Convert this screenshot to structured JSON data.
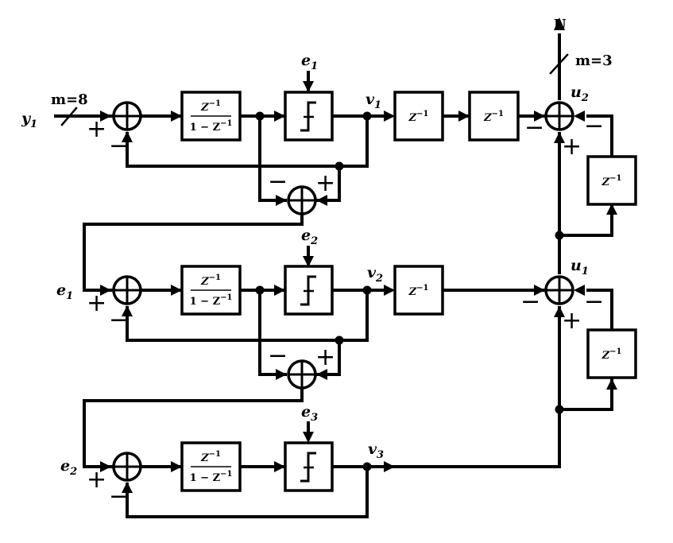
{
  "signals": {
    "y1": {
      "base": "y",
      "sub": "1"
    },
    "e1_in": {
      "base": "e",
      "sub": "1"
    },
    "e2_in": {
      "base": "e",
      "sub": "2"
    },
    "e3_in": {
      "base": "e",
      "sub": "3"
    },
    "e1_left": {
      "base": "e",
      "sub": "1"
    },
    "e2_left": {
      "base": "e",
      "sub": "2"
    },
    "v1": {
      "base": "v",
      "sub": "1"
    },
    "v2": {
      "base": "v",
      "sub": "2"
    },
    "v3": {
      "base": "v",
      "sub": "3"
    },
    "u1": {
      "base": "u",
      "sub": "1"
    },
    "u2": {
      "base": "u",
      "sub": "2"
    },
    "U": "U"
  },
  "bus_labels": {
    "input_width": "m=8",
    "output_width": "m=3"
  },
  "blocks": {
    "integrator": {
      "num": "Z",
      "num_exp": "−1",
      "den_prefix": "1 − Z",
      "den_exp": "−1"
    },
    "delay": {
      "base": "Z",
      "exp": "−1"
    }
  },
  "signs": {
    "plus": "+",
    "minus": "−"
  }
}
